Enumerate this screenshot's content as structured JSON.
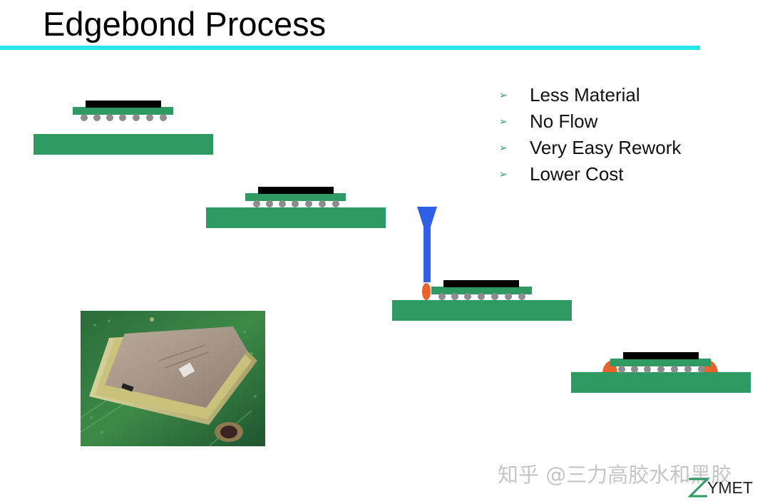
{
  "title": "Edgebond Process",
  "bullets": [
    {
      "marker": "➢",
      "text": "Less Material"
    },
    {
      "marker": "➢",
      "text": "No Flow"
    },
    {
      "marker": "➢",
      "text": "Very Easy Rework"
    },
    {
      "marker": "➢",
      "text": "Lower Cost"
    }
  ],
  "watermark": "知乎 @三力高胶水和黑胶",
  "logo": {
    "text": "YMET"
  },
  "colors": {
    "accent_rule": "#27e6ea",
    "board_green": "#2e9961",
    "die_black": "#000000",
    "solder_gray": "#8c8c8c",
    "dispense_blue": "#2f5fe6",
    "adhesive_orange": "#e8622a",
    "bullet_arrow": "#2e9961"
  },
  "icons": [
    "bullet-arrow-icon",
    "dispense-needle-icon",
    "logo-mark-icon"
  ]
}
